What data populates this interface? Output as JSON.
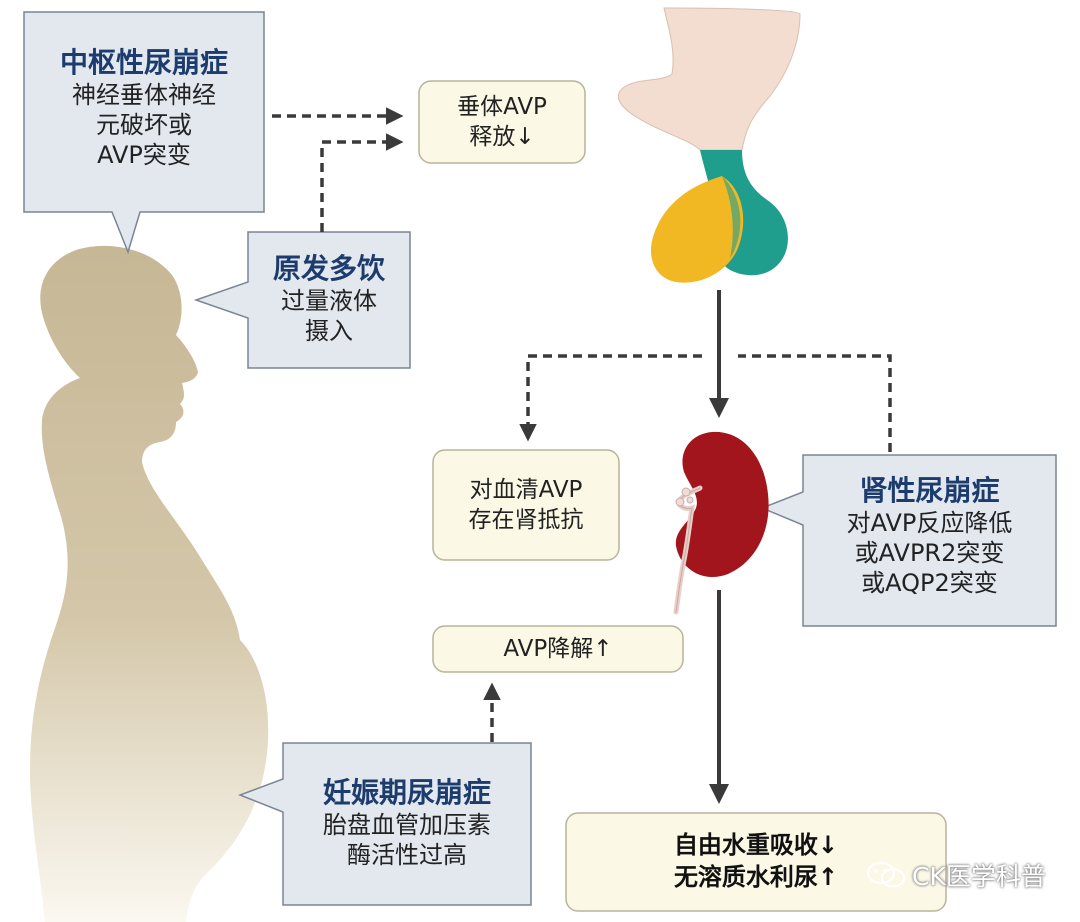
{
  "callouts": {
    "central": {
      "title": "中枢性尿崩症",
      "lines": [
        "神经垂体神经",
        "元破坏或",
        "AVP突变"
      ]
    },
    "primary": {
      "title": "原发多饮",
      "lines": [
        "过量液体",
        "摄入"
      ]
    },
    "nephrogenic": {
      "title": "肾性尿崩症",
      "lines": [
        "对AVP反应降低",
        "或AVPR2突变",
        "或AQP2突变"
      ]
    },
    "gestational": {
      "title": "妊娠期尿崩症",
      "lines": [
        "胎盘血管加压素",
        "酶活性过高"
      ]
    }
  },
  "boxes": {
    "avp_release": [
      "垂体AVP",
      "释放↓"
    ],
    "resistance": [
      "对血清AVP",
      "存在肾抵抗"
    ],
    "degradation": [
      "AVP降解↑"
    ],
    "outcome": [
      "自由水重吸收↓",
      "无溶质水利尿↑"
    ]
  },
  "watermark": {
    "text": "CK医学科普"
  },
  "colors": {
    "callout_fill": "#e3e8ef",
    "callout_border": "#7a8593",
    "title_color": "#1d3c6e",
    "box_fill": "#fbf8e6",
    "box_border": "#b8b49a",
    "silhouette": "#c8b99b",
    "pituitary_stalk": "#f3ddd0",
    "pituitary_teal": "#1f9e8e",
    "pituitary_yellow": "#f2b824",
    "kidney": "#a3151c",
    "arrow": "#3a3a3a"
  }
}
